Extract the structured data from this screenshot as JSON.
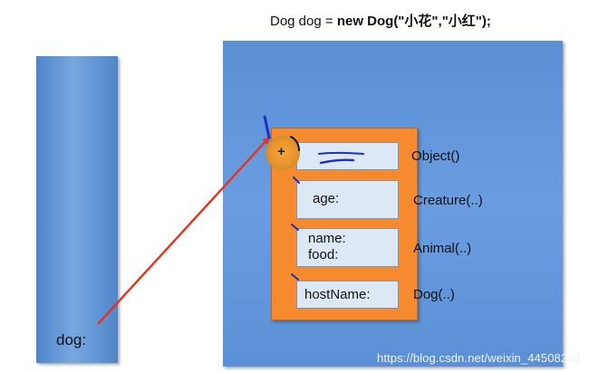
{
  "title": {
    "prefix": "Dog dog = ",
    "keyword": "new Dog",
    "args": "(\"小花\",\"小红\");"
  },
  "stack": {
    "variable_label": "dog:"
  },
  "heap": {
    "pointer_symbol": "+",
    "parts": [
      {
        "field_text": "",
        "constructor": "Object()"
      },
      {
        "field_text": "age:",
        "constructor": "Creature(..)"
      },
      {
        "field_text": "name:\nfood:",
        "constructor": "Animal(..)"
      },
      {
        "field_text": "hostName:",
        "constructor": "Dog(..)"
      }
    ]
  },
  "colors": {
    "stack_fill": "#5f94d4",
    "heap_fill": "#6399dc",
    "object_fill": "#f58a2e",
    "part_fill": "#dde8f6",
    "arrow": "#e8321e",
    "ink": "#1c2fc4"
  },
  "watermark": "https://blog.csdn.net/weixin_44508223"
}
